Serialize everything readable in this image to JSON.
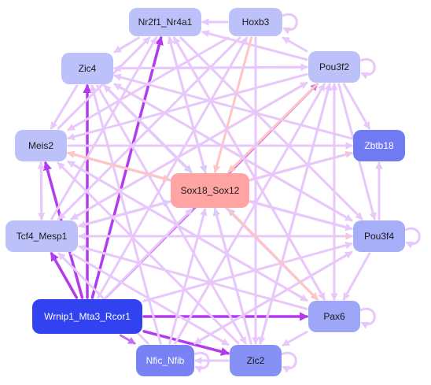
{
  "colors": {
    "edge_light": "#e8c8fb",
    "edge_mid": "#c56cf0",
    "edge_strong": "#b43af0",
    "edge_pink": "#ffc4c4",
    "edge_blue": "#c6cdf7",
    "node_pale": "#bcc2f9",
    "node_mid": "#9da6f7",
    "node_deep": "#7882f4",
    "node_strong": "#3242f0",
    "node_center": "#ffa3a3",
    "text_dark": "#1a1a1a",
    "text_light": "#ffffff"
  },
  "nodes": [
    {
      "id": "nr2f1",
      "label": "Nr2f1_Nr4a1",
      "fill": "#bcc2f9",
      "text": "dark",
      "selfloop": false
    },
    {
      "id": "hoxb3",
      "label": "Hoxb3",
      "fill": "#bcc2f9",
      "text": "dark",
      "selfloop": true
    },
    {
      "id": "zic4",
      "label": "Zic4",
      "fill": "#bcc2f9",
      "text": "dark",
      "selfloop": false
    },
    {
      "id": "pou3f2",
      "label": "Pou3f2",
      "fill": "#bcc2f9",
      "text": "dark",
      "selfloop": true
    },
    {
      "id": "meis2",
      "label": "Meis2",
      "fill": "#bcc2f9",
      "text": "dark",
      "selfloop": false
    },
    {
      "id": "zbtb18",
      "label": "Zbtb18",
      "fill": "#6f7af3",
      "text": "light",
      "selfloop": false
    },
    {
      "id": "sox18",
      "label": "Sox18_Sox12",
      "fill": "#ffa3a3",
      "text": "dark",
      "selfloop": false
    },
    {
      "id": "tcf4",
      "label": "Tcf4_Mesp1",
      "fill": "#bcc2f9",
      "text": "dark",
      "selfloop": false
    },
    {
      "id": "pou3f4",
      "label": "Pou3f4",
      "fill": "#a6aef8",
      "text": "dark",
      "selfloop": true
    },
    {
      "id": "wrnip1",
      "label": "Wrnip1_Mta3_Rcor1",
      "fill": "#3242f0",
      "text": "light",
      "selfloop": false
    },
    {
      "id": "pax6",
      "label": "Pax6",
      "fill": "#9da6f7",
      "text": "dark",
      "selfloop": true
    },
    {
      "id": "nfic",
      "label": "Nfic_Nfib",
      "fill": "#7882f4",
      "text": "light",
      "selfloop": true
    },
    {
      "id": "zic2",
      "label": "Zic2",
      "fill": "#8791f5",
      "text": "dark",
      "selfloop": true
    }
  ],
  "edges": [
    {
      "from": "wrnip1",
      "to": "nr2f1",
      "tone": "strong"
    },
    {
      "from": "wrnip1",
      "to": "zic4",
      "tone": "strong"
    },
    {
      "from": "wrnip1",
      "to": "meis2",
      "tone": "strong"
    },
    {
      "from": "wrnip1",
      "to": "tcf4",
      "tone": "strong"
    },
    {
      "from": "wrnip1",
      "to": "pax6",
      "tone": "strong"
    },
    {
      "from": "wrnip1",
      "to": "zic2",
      "tone": "strong"
    },
    {
      "from": "wrnip1",
      "to": "nfic",
      "tone": "mid"
    },
    {
      "from": "wrnip1",
      "to": "pou3f2",
      "tone": "mid"
    },
    {
      "from": "wrnip1",
      "to": "sox18",
      "tone": "light"
    },
    {
      "from": "wrnip1",
      "to": "pou3f4",
      "tone": "light"
    },
    {
      "from": "wrnip1",
      "to": "hoxb3",
      "tone": "light"
    },
    {
      "from": "pou3f2",
      "to": "sox18",
      "tone": "pink"
    },
    {
      "from": "pou3f2",
      "to": "nr2f1",
      "tone": "light"
    },
    {
      "from": "pou3f2",
      "to": "zic4",
      "tone": "light"
    },
    {
      "from": "pou3f2",
      "to": "meis2",
      "tone": "light"
    },
    {
      "from": "pou3f2",
      "to": "tcf4",
      "tone": "light"
    },
    {
      "from": "pou3f2",
      "to": "pax6",
      "tone": "light"
    },
    {
      "from": "pou3f2",
      "to": "zic2",
      "tone": "light"
    },
    {
      "from": "pou3f2",
      "to": "zbtb18",
      "tone": "light"
    },
    {
      "from": "pou3f2",
      "to": "hoxb3",
      "tone": "light"
    },
    {
      "from": "pou3f2",
      "to": "pou3f4",
      "tone": "light"
    },
    {
      "from": "hoxb3",
      "to": "sox18",
      "tone": "pink"
    },
    {
      "from": "hoxb3",
      "to": "nr2f1",
      "tone": "light"
    },
    {
      "from": "hoxb3",
      "to": "meis2",
      "tone": "light"
    },
    {
      "from": "hoxb3",
      "to": "tcf4",
      "tone": "light"
    },
    {
      "from": "hoxb3",
      "to": "zic2",
      "tone": "light"
    },
    {
      "from": "nr2f1",
      "to": "sox18",
      "tone": "blue"
    },
    {
      "from": "nr2f1",
      "to": "zic4",
      "tone": "light"
    },
    {
      "from": "nr2f1",
      "to": "pax6",
      "tone": "light"
    },
    {
      "from": "nr2f1",
      "to": "pou3f4",
      "tone": "light"
    },
    {
      "from": "zic4",
      "to": "sox18",
      "tone": "blue"
    },
    {
      "from": "zic4",
      "to": "pou3f2",
      "tone": "light"
    },
    {
      "from": "zic4",
      "to": "pou3f4",
      "tone": "light"
    },
    {
      "from": "zic4",
      "to": "zic2",
      "tone": "light"
    },
    {
      "from": "zic4",
      "to": "meis2",
      "tone": "light"
    },
    {
      "from": "meis2",
      "to": "sox18",
      "tone": "pink"
    },
    {
      "from": "meis2",
      "to": "pou3f4",
      "tone": "light"
    },
    {
      "from": "meis2",
      "to": "pax6",
      "tone": "light"
    },
    {
      "from": "meis2",
      "to": "zbtb18",
      "tone": "light"
    },
    {
      "from": "meis2",
      "to": "nr2f1",
      "tone": "light"
    },
    {
      "from": "meis2",
      "to": "tcf4",
      "tone": "light"
    },
    {
      "from": "tcf4",
      "to": "sox18",
      "tone": "blue"
    },
    {
      "from": "tcf4",
      "to": "pou3f4",
      "tone": "pink"
    },
    {
      "from": "tcf4",
      "to": "pou3f2",
      "tone": "light"
    },
    {
      "from": "tcf4",
      "to": "zic2",
      "tone": "light"
    },
    {
      "from": "tcf4",
      "to": "nr2f1",
      "tone": "light"
    },
    {
      "from": "tcf4",
      "to": "meis2",
      "tone": "light"
    },
    {
      "from": "pou3f4",
      "to": "sox18",
      "tone": "blue"
    },
    {
      "from": "pou3f4",
      "to": "zic4",
      "tone": "light"
    },
    {
      "from": "pou3f4",
      "to": "meis2",
      "tone": "light"
    },
    {
      "from": "pou3f4",
      "to": "tcf4",
      "tone": "light"
    },
    {
      "from": "pou3f4",
      "to": "pax6",
      "tone": "light"
    },
    {
      "from": "pou3f4",
      "to": "nfic",
      "tone": "light"
    },
    {
      "from": "pou3f4",
      "to": "zbtb18",
      "tone": "light"
    },
    {
      "from": "pax6",
      "to": "sox18",
      "tone": "blue"
    },
    {
      "from": "pax6",
      "to": "nr2f1",
      "tone": "light"
    },
    {
      "from": "pax6",
      "to": "zic4",
      "tone": "light"
    },
    {
      "from": "pax6",
      "to": "meis2",
      "tone": "light"
    },
    {
      "from": "pax6",
      "to": "tcf4",
      "tone": "light"
    },
    {
      "from": "pax6",
      "to": "pou3f2",
      "tone": "light"
    },
    {
      "from": "pax6",
      "to": "zic2",
      "tone": "light"
    },
    {
      "from": "zic2",
      "to": "sox18",
      "tone": "blue"
    },
    {
      "from": "zic2",
      "to": "nr2f1",
      "tone": "light"
    },
    {
      "from": "zic2",
      "to": "pou3f2",
      "tone": "light"
    },
    {
      "from": "zic2",
      "to": "nfic",
      "tone": "light"
    },
    {
      "from": "zic2",
      "to": "meis2",
      "tone": "light"
    },
    {
      "from": "nfic",
      "to": "sox18",
      "tone": "light"
    },
    {
      "from": "nfic",
      "to": "zic4",
      "tone": "light"
    },
    {
      "from": "nfic",
      "to": "pou3f2",
      "tone": "light"
    },
    {
      "from": "nfic",
      "to": "tcf4",
      "tone": "light"
    },
    {
      "from": "nfic",
      "to": "pou3f4",
      "tone": "light"
    },
    {
      "from": "sox18",
      "to": "meis2",
      "tone": "pink"
    },
    {
      "from": "sox18",
      "to": "zbtb18",
      "tone": "pink"
    },
    {
      "from": "sox18",
      "to": "pou3f4",
      "tone": "light"
    },
    {
      "from": "sox18",
      "to": "pax6",
      "tone": "pink"
    },
    {
      "from": "sox18",
      "to": "tcf4",
      "tone": "light"
    },
    {
      "from": "zbtb18",
      "to": "tcf4",
      "tone": "light"
    },
    {
      "from": "zbtb18",
      "to": "zic4",
      "tone": "light"
    }
  ]
}
